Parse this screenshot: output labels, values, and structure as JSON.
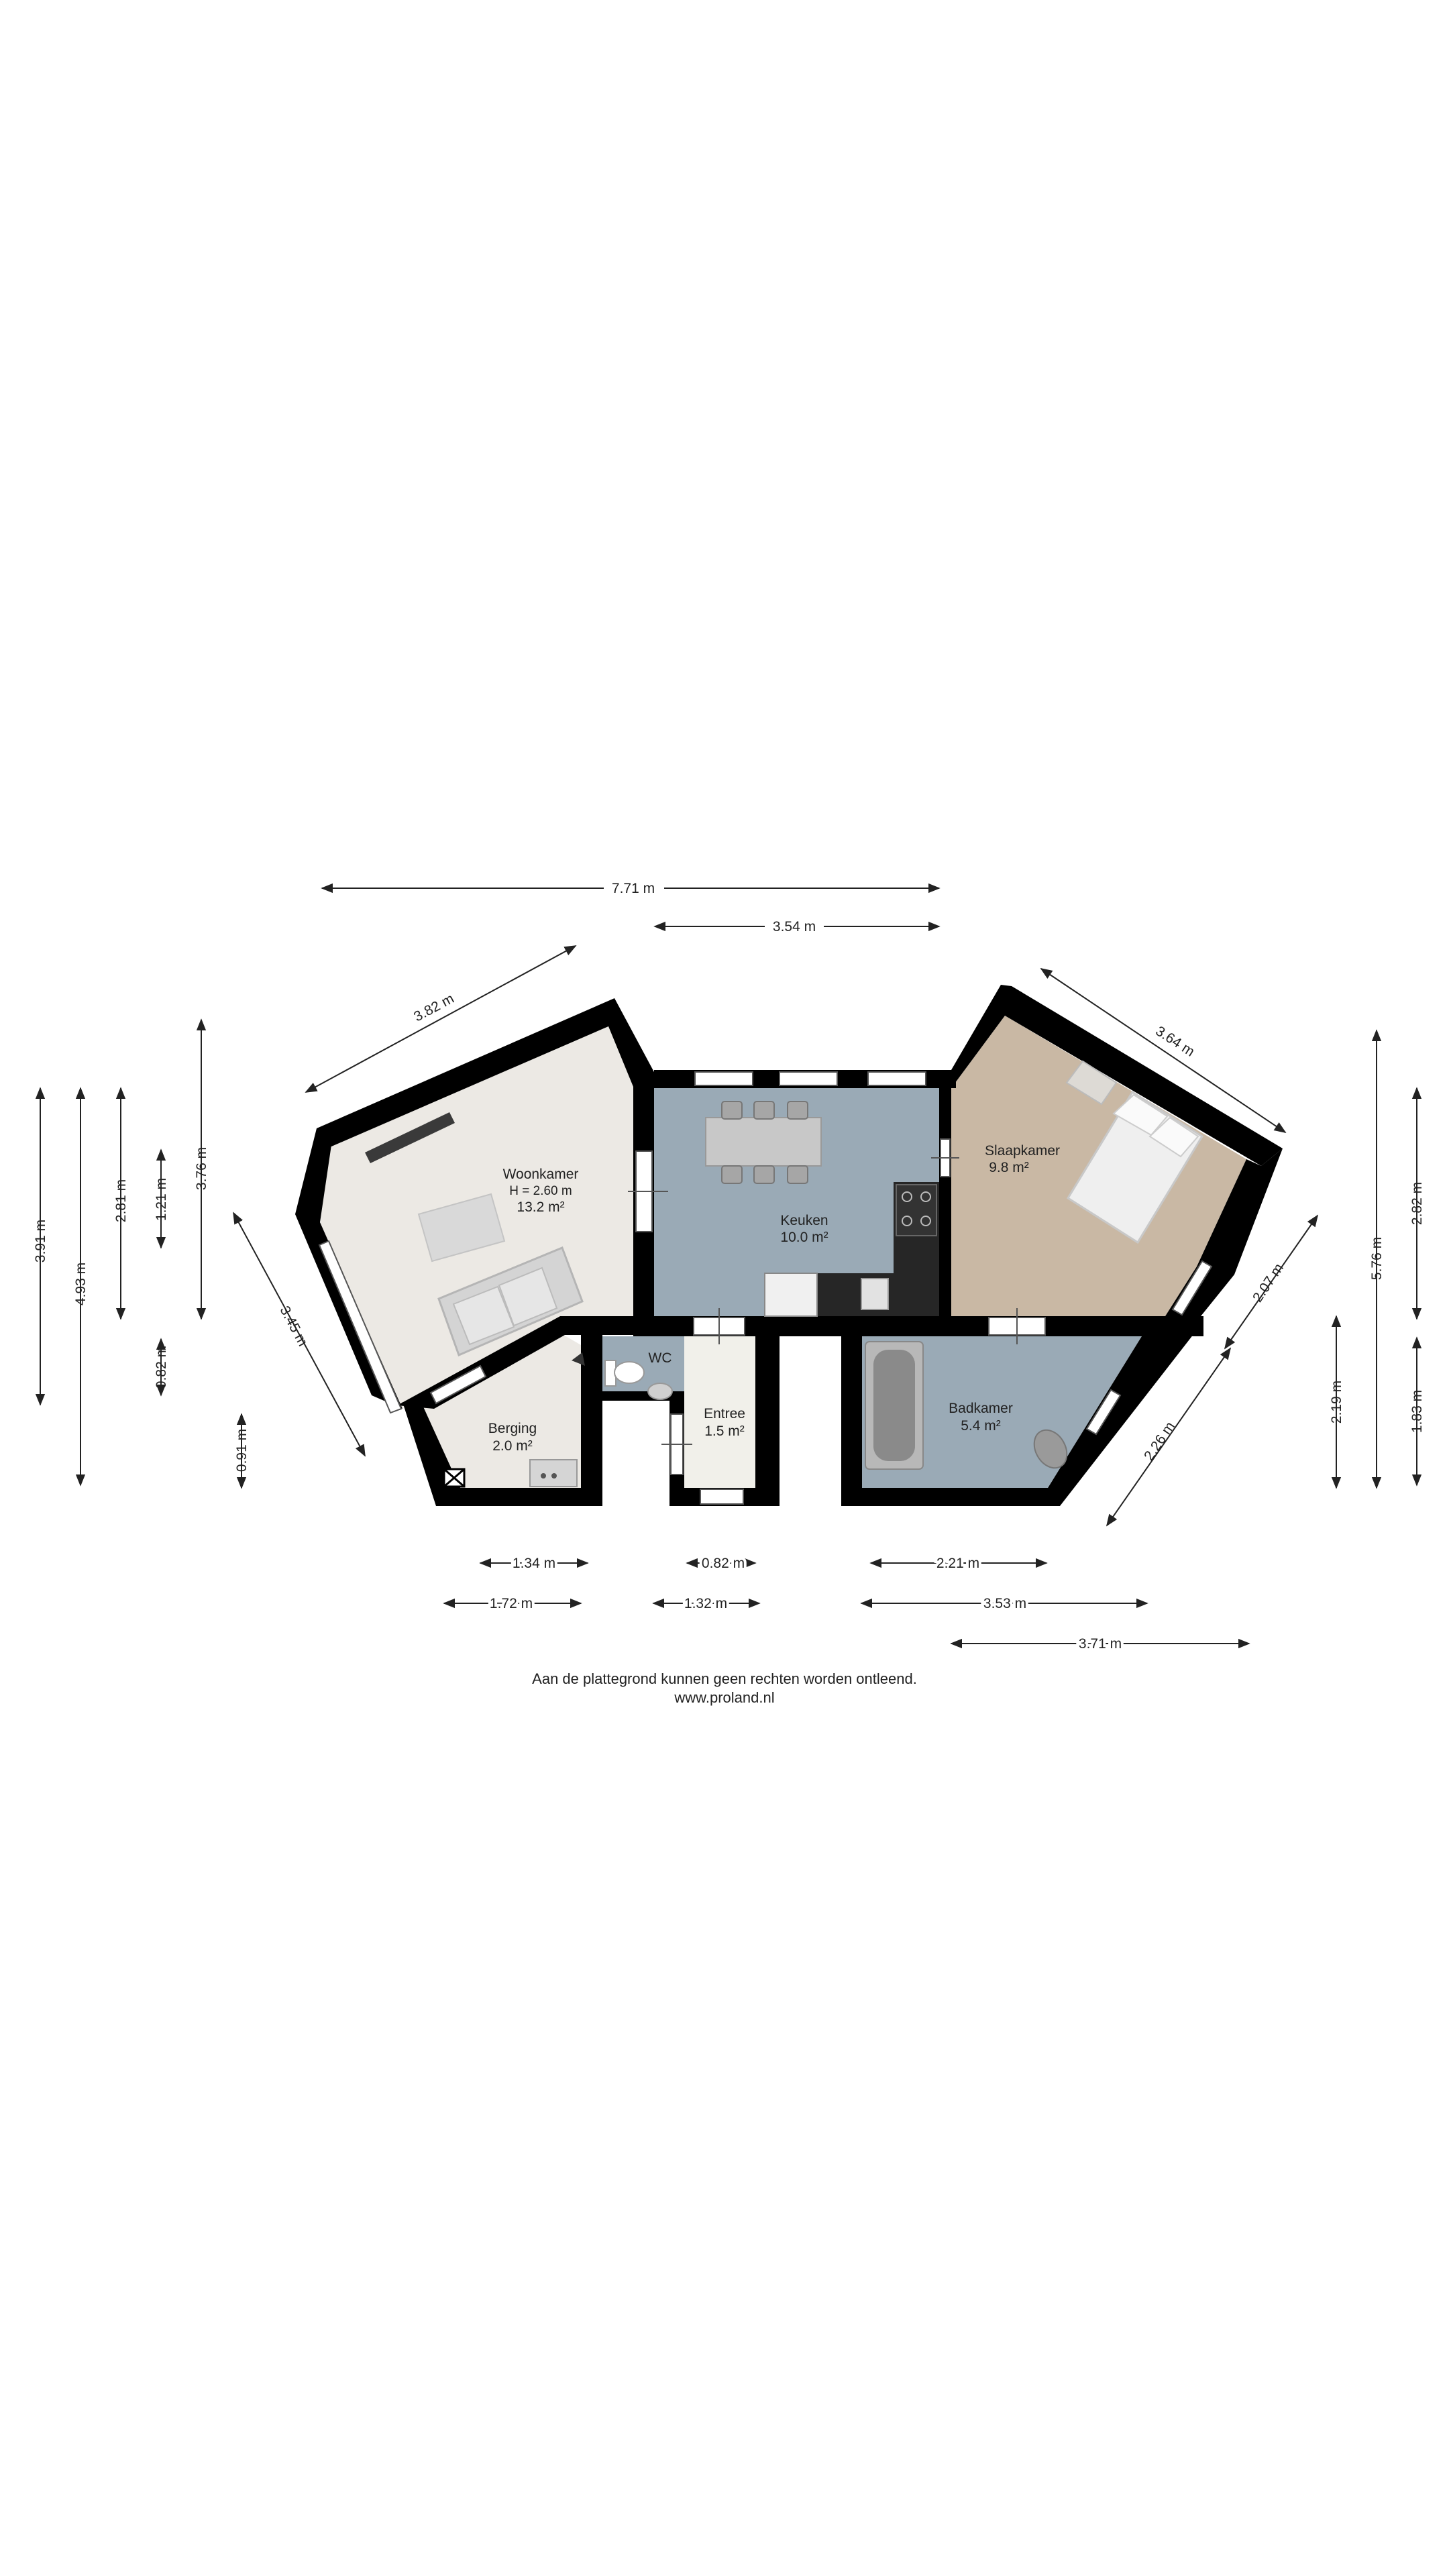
{
  "rooms": {
    "woonkamer": {
      "name": "Woonkamer",
      "height": "H = 2.60 m",
      "area": "13.2 m²",
      "color": "#ece9e4"
    },
    "keuken": {
      "name": "Keuken",
      "area": "10.0 m²",
      "color": "#9aaab6"
    },
    "slaapkamer": {
      "name": "Slaapkamer",
      "area": "9.8 m²",
      "color": "#c9b8a4"
    },
    "badkamer": {
      "name": "Badkamer",
      "area": "5.4 m²",
      "color": "#9aaab6"
    },
    "berging": {
      "name": "Berging",
      "area": "2.0 m²",
      "color": "#ece9e4"
    },
    "wc": {
      "name": "WC",
      "color": "#9aaab6"
    },
    "entree": {
      "name": "Entree",
      "area": "1.5 m²",
      "color": "#f1f0ea"
    }
  },
  "dimensions": {
    "top_total": "7.71 m",
    "top_kitchen": "3.54 m",
    "diag_living": "3.82 m",
    "diag_bedroom": "3.64 m",
    "diag_left_wall": "3.45 m",
    "diag_right_upper": "2.07 m",
    "diag_right_lower": "2.26 m",
    "left_3_91": "3.91 m",
    "left_4_93": "4.93 m",
    "left_2_81": "2.81 m",
    "left_1_21": "1.21 m",
    "left_3_76": "3.76 m",
    "left_0_82": "0.82 m",
    "left_0_91": "0.91 m",
    "right_5_76": "5.76 m",
    "right_2_82": "2.82 m",
    "right_2_19": "2.19 m",
    "right_1_83": "1.83 m",
    "bottom_1_34": "1.34 m",
    "bottom_0_82": "0.82 m",
    "bottom_2_21": "2.21 m",
    "bottom_1_72": "1.72 m",
    "bottom_1_32": "1.32 m",
    "bottom_3_53": "3.53 m",
    "bottom_3_71": "3.71 m"
  },
  "footer": {
    "disclaimer": "Aan de plattegrond kunnen geen rechten worden ontleend.",
    "website": "www.proland.nl"
  },
  "colors": {
    "wall": "#000000",
    "dim_line": "#222222",
    "window": "#ffffff"
  }
}
